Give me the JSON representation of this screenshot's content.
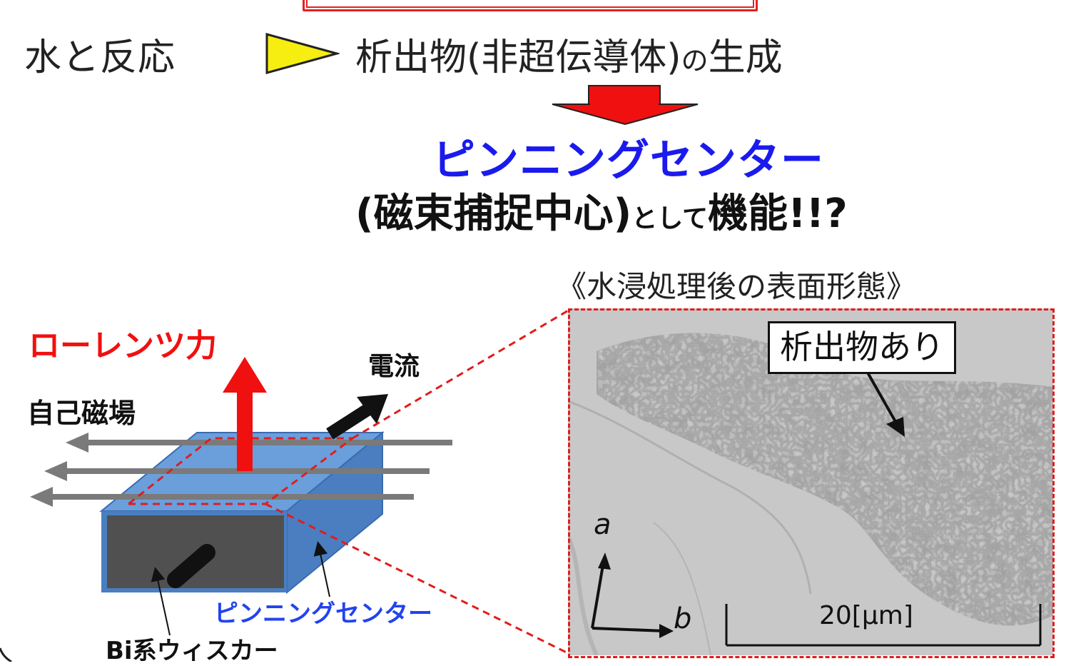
{
  "header": {
    "reaction": "水と反応",
    "result_main": "析出物(非超伝導体)",
    "result_particle": "の",
    "result_tail": "生成"
  },
  "conclusion": {
    "pinning_center": "ピンニングセンター",
    "function_open": "(磁束捕捉中心)",
    "function_particle": "として",
    "function_tail": "機能!!?"
  },
  "schematic": {
    "lorentz_force": "ローレンツ力",
    "current": "電流",
    "self_field": "自己磁場",
    "pinning_center_label": "ピンニングセンター",
    "whisker_label": "Bi系ウィスカー"
  },
  "micrograph": {
    "caption": "《水浸処理後の表面形態》",
    "precipitate_label": "析出物あり",
    "axis_a": "a",
    "axis_b": "b",
    "scale_bar": "20[μm]"
  },
  "colors": {
    "red": "#e32020",
    "blue_text": "#1a1aee",
    "whisker_top": "#6a9fdc",
    "whisker_side": "#4a7ec0",
    "whisker_face": "#505050",
    "yellow_arrow": "#f5ee10"
  }
}
